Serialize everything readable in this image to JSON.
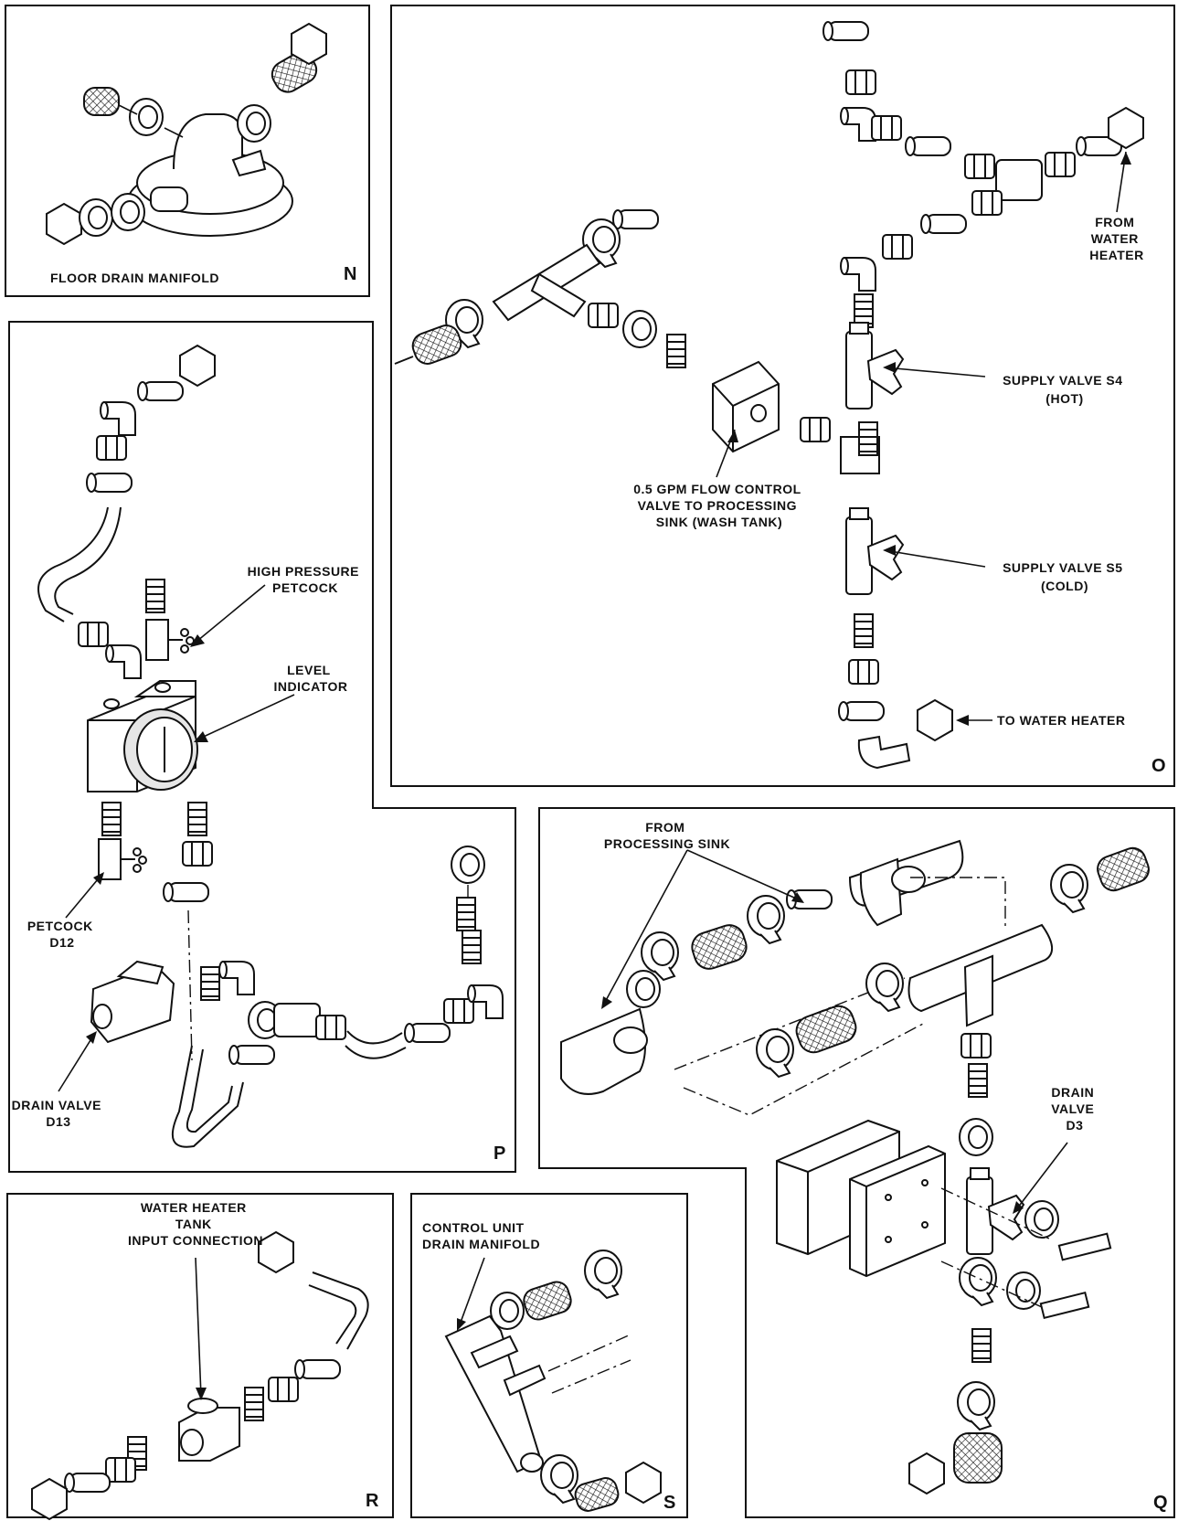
{
  "panels": {
    "N": {
      "letter": "N",
      "labels": {
        "floor_drain_manifold": "FLOOR DRAIN MANIFOLD"
      }
    },
    "O": {
      "letter": "O",
      "labels": {
        "from_water_heater": [
          "FROM",
          "WATER",
          "HEATER"
        ],
        "supply_valve_s4": [
          "SUPPLY VALVE S4",
          "(HOT)"
        ],
        "supply_valve_s5": [
          "SUPPLY VALVE S5",
          "(COLD)"
        ],
        "flow_control_valve": [
          "0.5 GPM FLOW CONTROL",
          "VALVE TO PROCESSING",
          "SINK (WASH TANK)"
        ],
        "to_water_heater": "TO WATER HEATER"
      }
    },
    "P": {
      "letter": "P",
      "labels": {
        "high_pressure_petcock": [
          "HIGH PRESSURE",
          "PETCOCK"
        ],
        "level_indicator": [
          "LEVEL",
          "INDICATOR"
        ],
        "petcock_d12": [
          "PETCOCK",
          "D12"
        ],
        "drain_valve_d13": [
          "DRAIN VALVE",
          "D13"
        ]
      }
    },
    "Q": {
      "letter": "Q",
      "labels": {
        "from_processing_sink": [
          "FROM",
          "PROCESSING SINK"
        ],
        "drain_valve_d3": [
          "DRAIN",
          "VALVE",
          "D3"
        ]
      }
    },
    "R": {
      "letter": "R",
      "labels": {
        "water_heater_tank_input": [
          "WATER HEATER",
          "TANK",
          "INPUT CONNECTION"
        ]
      }
    },
    "S": {
      "letter": "S",
      "labels": {
        "control_unit_drain_manifold": [
          "CONTROL UNIT",
          "DRAIN MANIFOLD"
        ]
      }
    }
  }
}
